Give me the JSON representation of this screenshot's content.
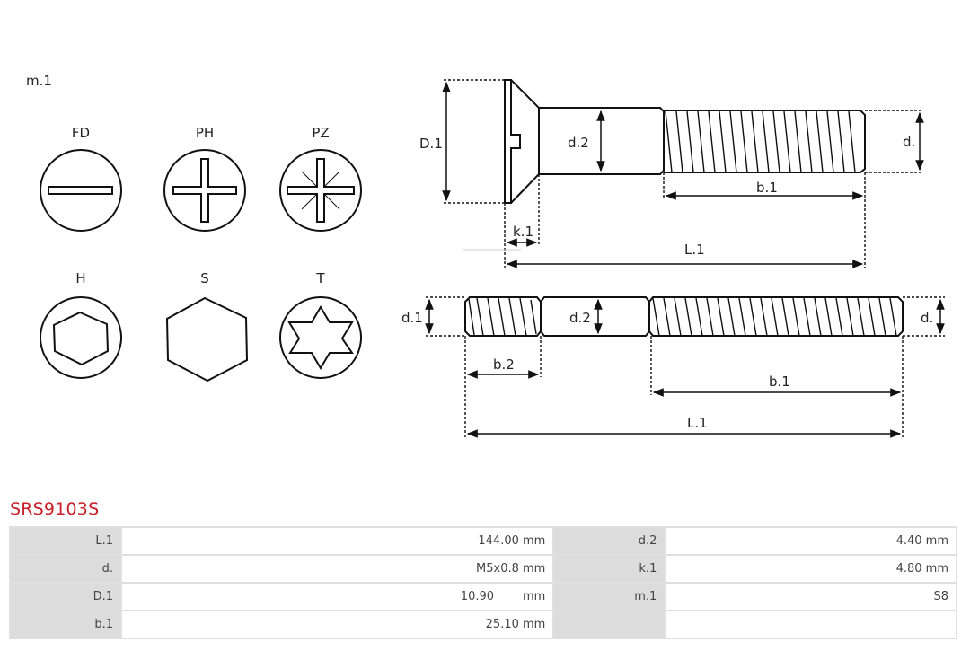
{
  "drawing": {
    "head_types_label": "m.1",
    "head_types": [
      {
        "code": "FD",
        "icon": "slotted-drive-icon"
      },
      {
        "code": "PH",
        "icon": "phillips-drive-icon"
      },
      {
        "code": "PZ",
        "icon": "pozidriv-drive-icon"
      },
      {
        "code": "H",
        "icon": "hex-socket-drive-icon"
      },
      {
        "code": "S",
        "icon": "hex-head-icon"
      },
      {
        "code": "T",
        "icon": "torx-drive-icon"
      }
    ],
    "screw_dimensions": {
      "D1": "D.1",
      "d2": "d.2",
      "d": "d.",
      "b1": "b.1",
      "k1": "k.1",
      "L1": "L.1"
    },
    "stud_dimensions": {
      "d1": "d.1",
      "d2": "d.2",
      "d": "d.",
      "b2": "b.2",
      "b1": "b.1",
      "L1": "L.1"
    }
  },
  "product": {
    "code": "SRS9103S",
    "accent_color": "#c8202a"
  },
  "specs": {
    "rows": [
      {
        "k1": "L.1",
        "v1": "144.00 mm",
        "k2": "d.2",
        "v2": "4.40 mm"
      },
      {
        "k1": "d.",
        "v1": "M5x0.8 mm",
        "k2": "k.1",
        "v2": "4.80 mm"
      },
      {
        "k1": "D.1",
        "v1_num": "10.90",
        "v1_unit": "mm",
        "k2": "m.1",
        "v2": "S8"
      },
      {
        "k1": "b.1",
        "v1": "25.10 mm",
        "k2": "",
        "v2": ""
      }
    ]
  }
}
